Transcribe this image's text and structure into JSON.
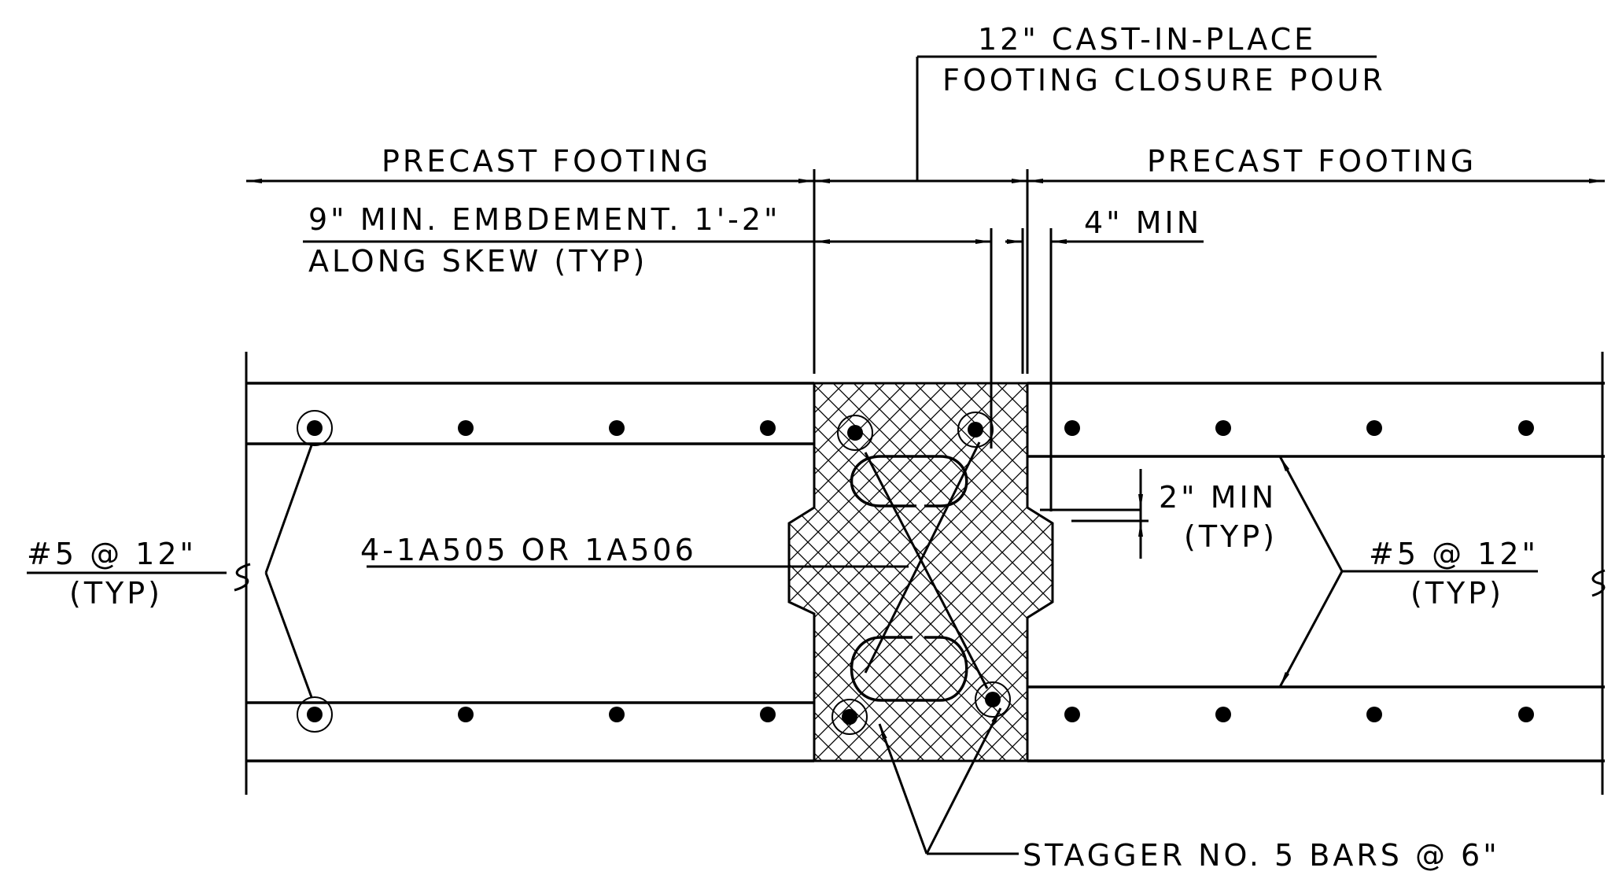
{
  "labels": {
    "closure_line1": "12\" CAST-IN-PLACE",
    "closure_line2": "FOOTING CLOSURE POUR",
    "precast_left": "PRECAST FOOTING",
    "precast_right": "PRECAST FOOTING",
    "embed_line1": "9\" MIN. EMBDEMENT. 1'-2\"",
    "embed_line2": "ALONG SKEW (TYP)",
    "min4": "4\" MIN",
    "min2_line1": "2\" MIN",
    "min2_line2": "(TYP)",
    "bars_left_line1": "#5 @ 12\"",
    "bars_left_line2": "(TYP)",
    "bars_right_line1": "#5 @ 12\"",
    "bars_right_line2": "(TYP)",
    "hairpin": "4-1A505 OR 1A506",
    "stagger": "STAGGER NO. 5 BARS @ 6\""
  },
  "colors": {
    "line": "#000000",
    "background": "#ffffff"
  }
}
